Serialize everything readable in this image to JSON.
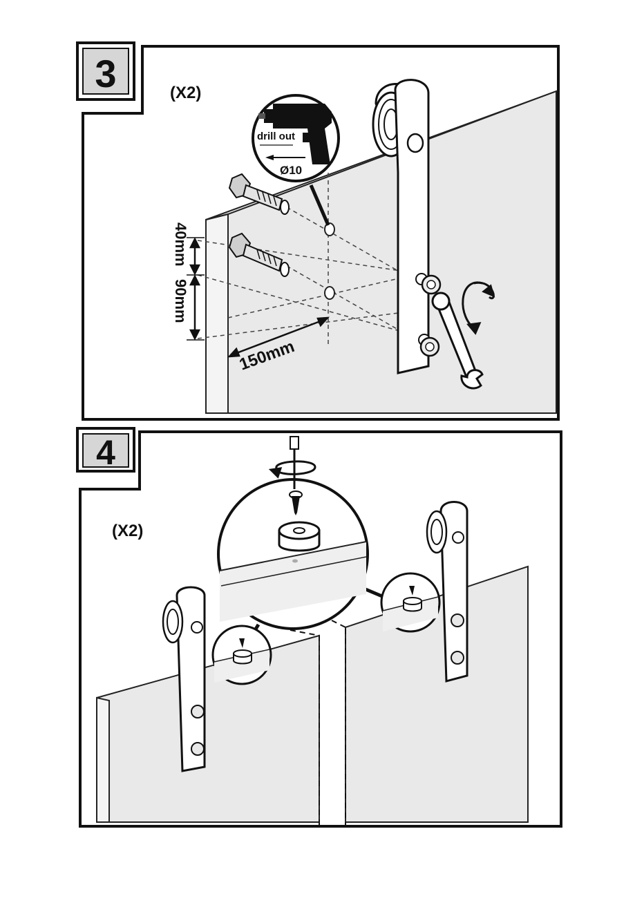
{
  "steps": [
    {
      "number": "3",
      "quantity": "(X2)",
      "drill_label": "drill out",
      "drill_size": "Ø10",
      "dim_top": "40mm",
      "dim_bottom": "90mm",
      "dim_horizontal": "150mm"
    },
    {
      "number": "4",
      "quantity": "(X2)"
    }
  ]
}
